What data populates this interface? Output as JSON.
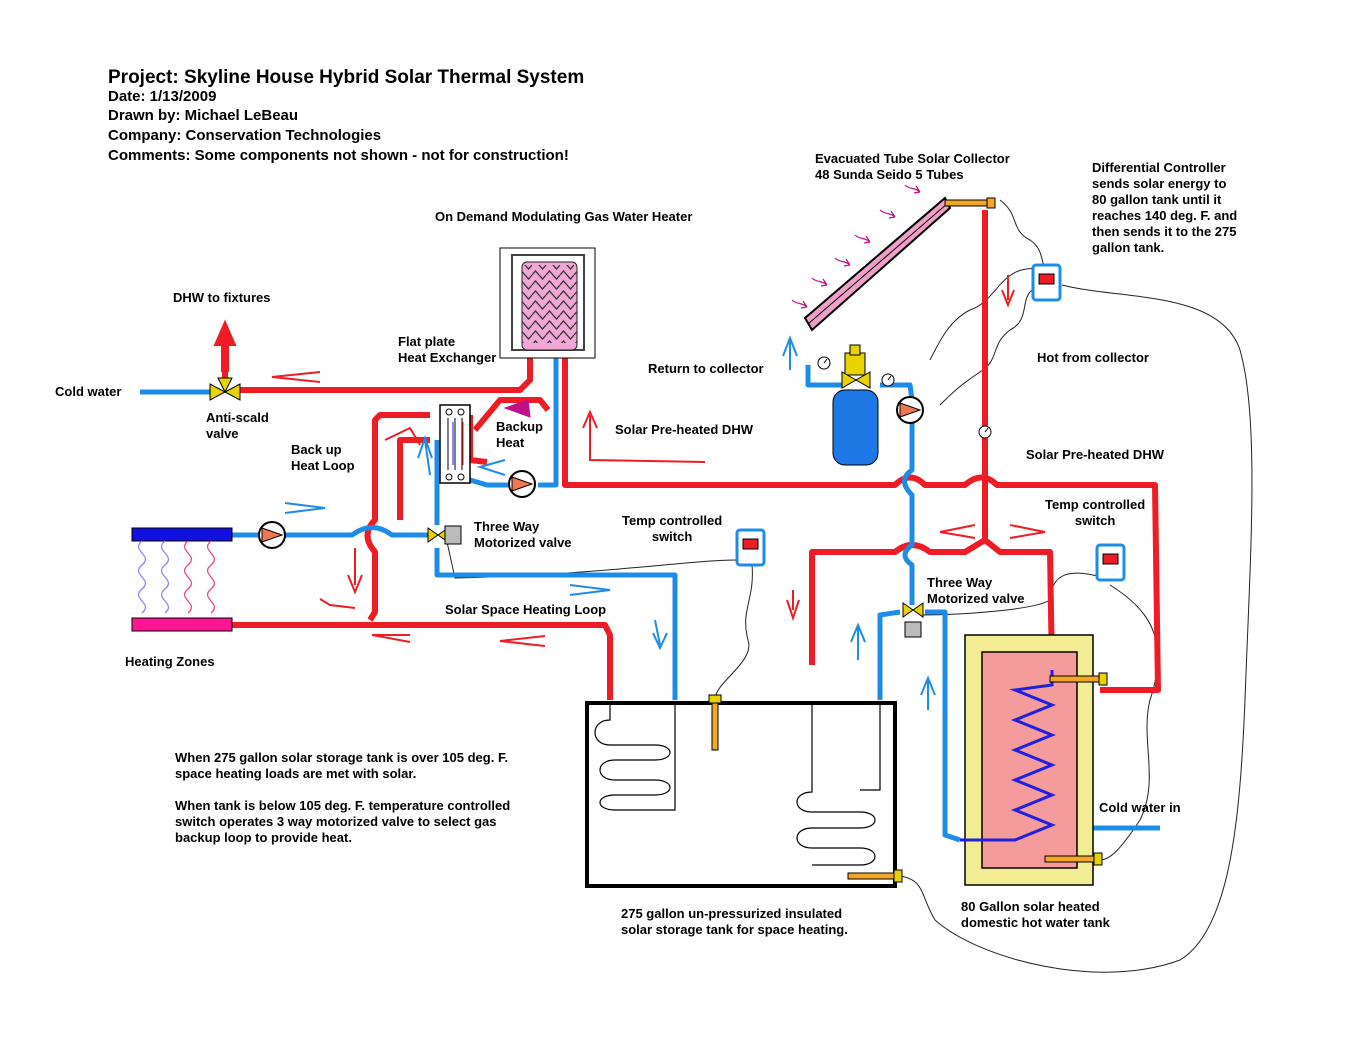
{
  "header": {
    "project": "Project: Skyline House Hybrid Solar Thermal System",
    "date": "Date: 1/13/2009",
    "drawn_by": "Drawn by: Michael LeBeau",
    "company": "Company: Conservation Technologies",
    "comments": "Comments: Some components not shown - not for construction!"
  },
  "labels": {
    "collector": "Evacuated Tube Solar Collector\n48 Sunda Seido 5 Tubes",
    "controller": "Differential Controller\nsends solar energy to\n80 gallon tank until  it\nreaches 140 deg. F. and\nthen sends it to the 275\ngallon tank.",
    "gas_heater": "On Demand Modulating Gas Water Heater",
    "dhw_fixtures": "DHW to fixtures",
    "cold_water": "Cold water",
    "anti_scald": "Anti-scald\nvalve",
    "flat_plate": "Flat plate\nHeat Exchanger",
    "return_collector": "Return to collector",
    "hot_collector": "Hot from collector",
    "backup_heat": "Backup\nHeat",
    "solar_preheated_1": "Solar Pre-heated DHW",
    "solar_preheated_2": "Solar Pre-heated DHW",
    "backup_loop": "Back up\nHeat  Loop",
    "three_way_1": "Three Way\nMotorized valve",
    "temp_switch_1": "Temp controlled\nswitch",
    "temp_switch_2": "Temp controlled\nswitch",
    "three_way_2": "Three Way\nMotorized valve",
    "space_loop": "Solar Space Heating Loop",
    "heating_zones": "Heating Zones",
    "note_1": "When 275 gallon solar storage tank is over 105 deg. F.\nspace heating loads are met with solar.",
    "note_2": "When tank is below 105 deg. F. temperature controlled\nswitch operates 3 way motorized valve to select gas\nbackup loop to provide heat.",
    "cold_water_in": "Cold water in",
    "tank_275": "275 gallon un-pressurized insulated\nsolar storage tank for space heating.",
    "tank_80": "80 Gallon solar heated\ndomestic hot water tank"
  },
  "colors": {
    "hot": "#ee1c24",
    "cold": "#1c8ce8",
    "tank_fill": "#f49c9c",
    "tank_border": "#f2ec94",
    "coil": "#2020e0",
    "collector": "#f0a0c8",
    "pump": "#f07850",
    "expansion_tank": "#1e78e6",
    "zone_hot": "#ff1493",
    "zone_cold": "#1010e0",
    "arrow_magenta": "#c01088"
  }
}
